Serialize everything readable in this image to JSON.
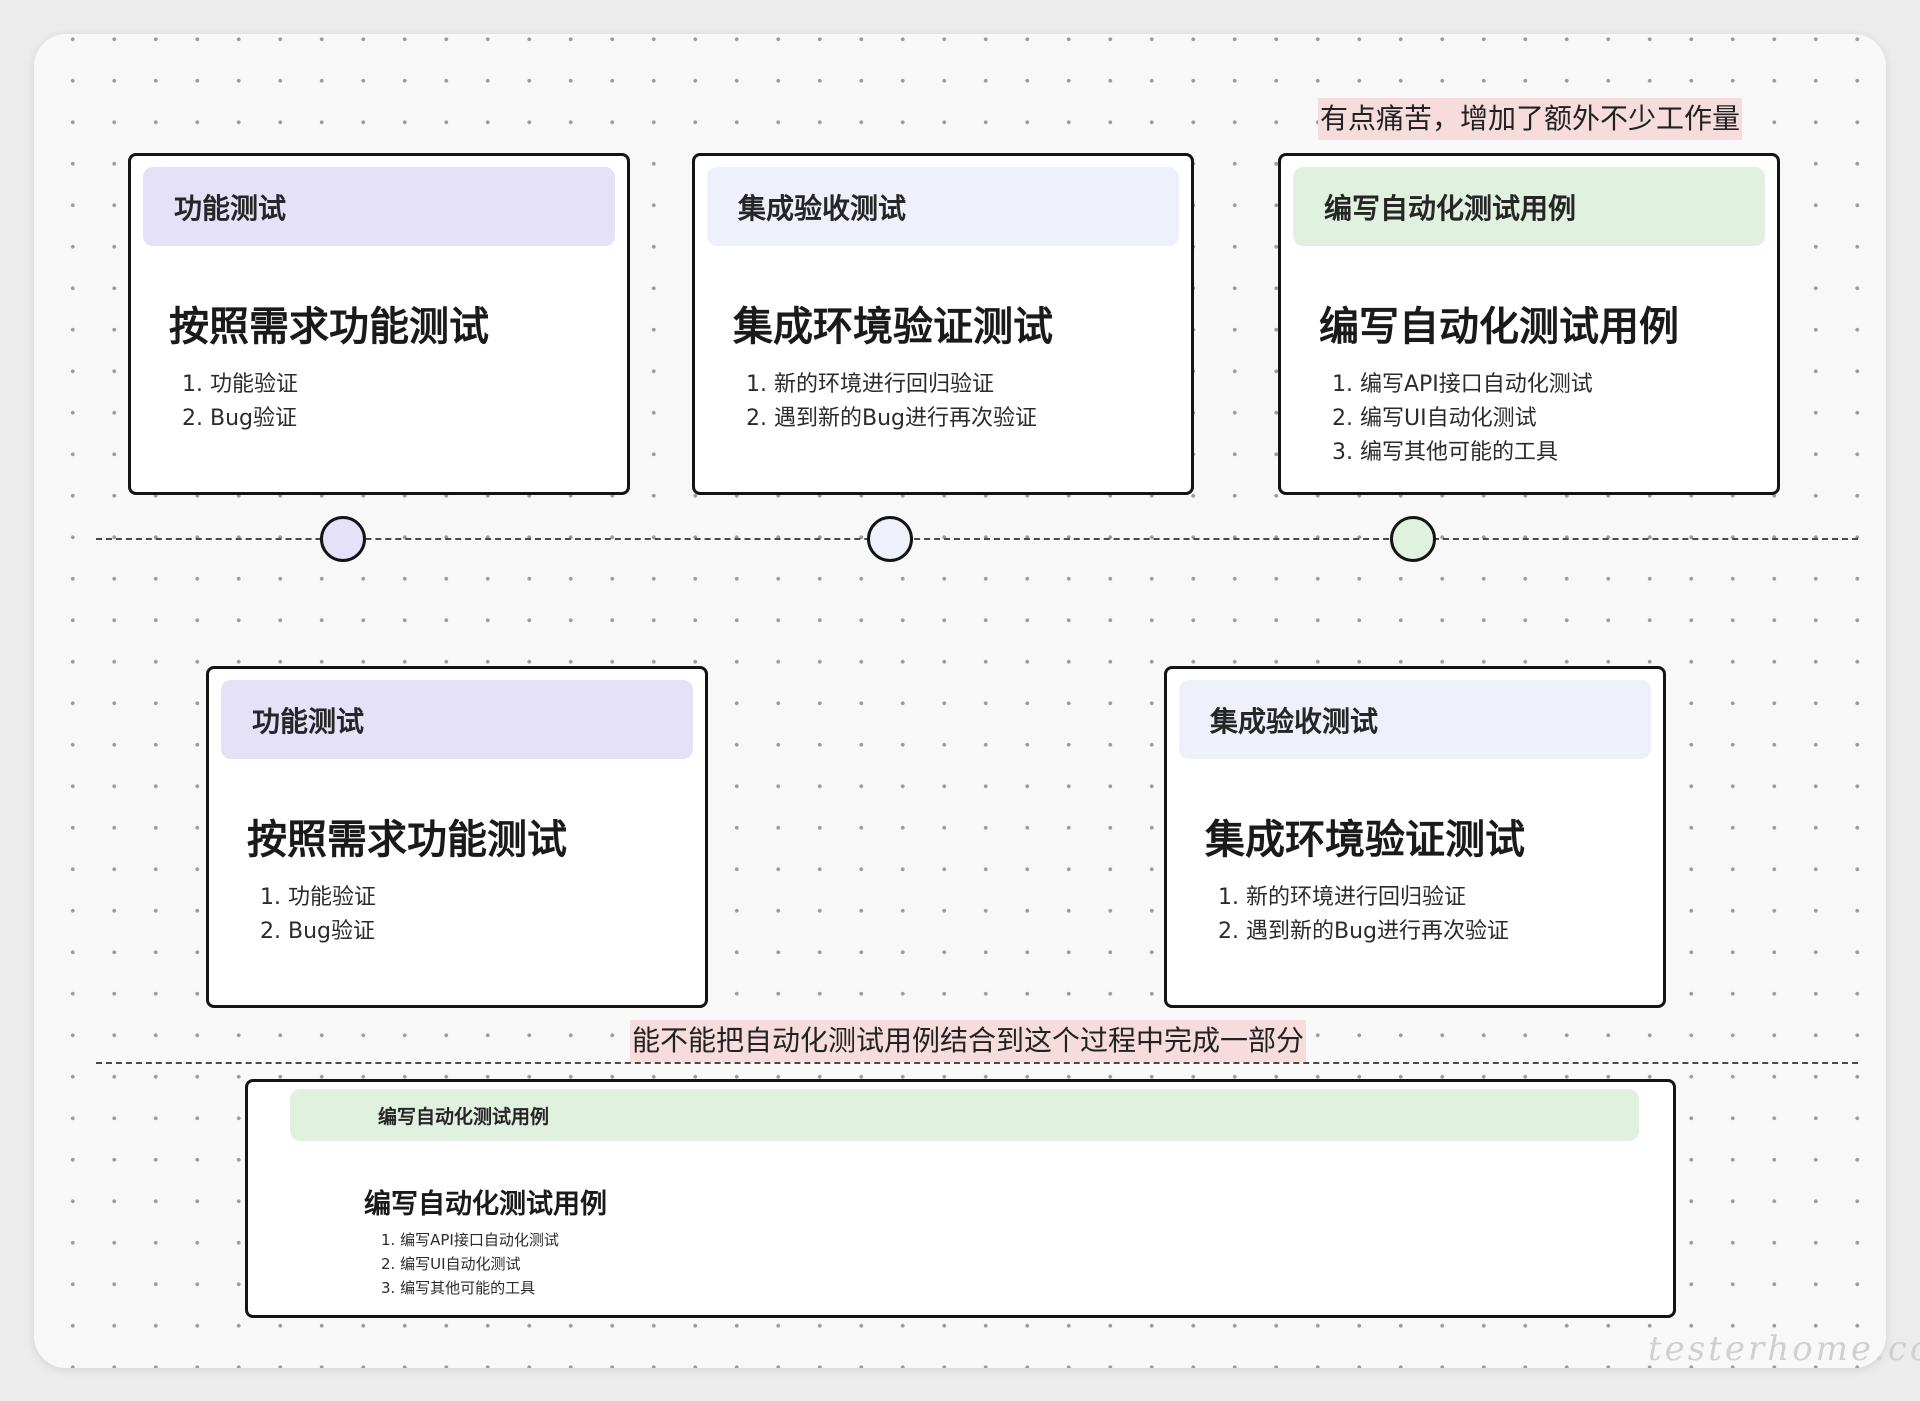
{
  "cards_top": [
    {
      "header": "功能测试",
      "title": "按照需求功能测试",
      "items": [
        "功能验证",
        "Bug验证"
      ]
    },
    {
      "header": "集成验收测试",
      "title": "集成环境验证测试",
      "items": [
        "新的环境进行回归验证",
        "遇到新的Bug进行再次验证"
      ]
    },
    {
      "header": "编写自动化测试用例",
      "title": "编写自动化测试用例",
      "items": [
        "编写API接口自动化测试",
        "编写UI自动化测试",
        "编写其他可能的工具"
      ]
    }
  ],
  "cards_middle": [
    {
      "header": "功能测试",
      "title": "按照需求功能测试",
      "items": [
        "功能验证",
        "Bug验证"
      ]
    },
    {
      "header": "集成验收测试",
      "title": "集成环境验证测试",
      "items": [
        "新的环境进行回归验证",
        "遇到新的Bug进行再次验证"
      ]
    }
  ],
  "card_bottom": {
    "header": "编写自动化测试用例",
    "title": "编写自动化测试用例",
    "items": [
      "编写API接口自动化测试",
      "编写UI自动化测试",
      "编写其他可能的工具"
    ]
  },
  "notes": {
    "top": "有点痛苦，增加了额外不少工作量",
    "middle": "能不能把自动化测试用例结合到这个过程中完成一部分"
  },
  "timeline_colors": [
    "#e4e1f8",
    "#eef1fb",
    "#e1f1e0"
  ],
  "watermark": "testerhome.com"
}
